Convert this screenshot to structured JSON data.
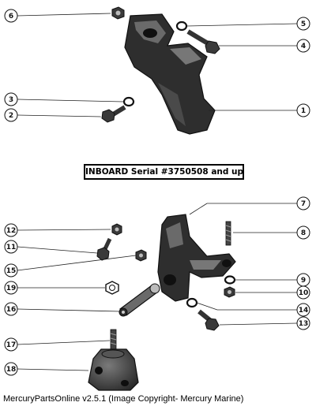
{
  "diagram": {
    "banner": "INBOARD Serial #3750508 and up",
    "footer": "MercuryPartsOnline v2.5.1 (Image Copyright- Mercury Marine)",
    "callouts": [
      "1",
      "2",
      "3",
      "4",
      "5",
      "6",
      "7",
      "8",
      "9",
      "10",
      "11",
      "12",
      "13",
      "14",
      "15",
      "16",
      "17",
      "18",
      "19"
    ]
  },
  "colors": {
    "ink": "#111111",
    "part_dark": "#2a2a2a",
    "part_mid": "#555555",
    "part_light": "#8a8a8a"
  }
}
